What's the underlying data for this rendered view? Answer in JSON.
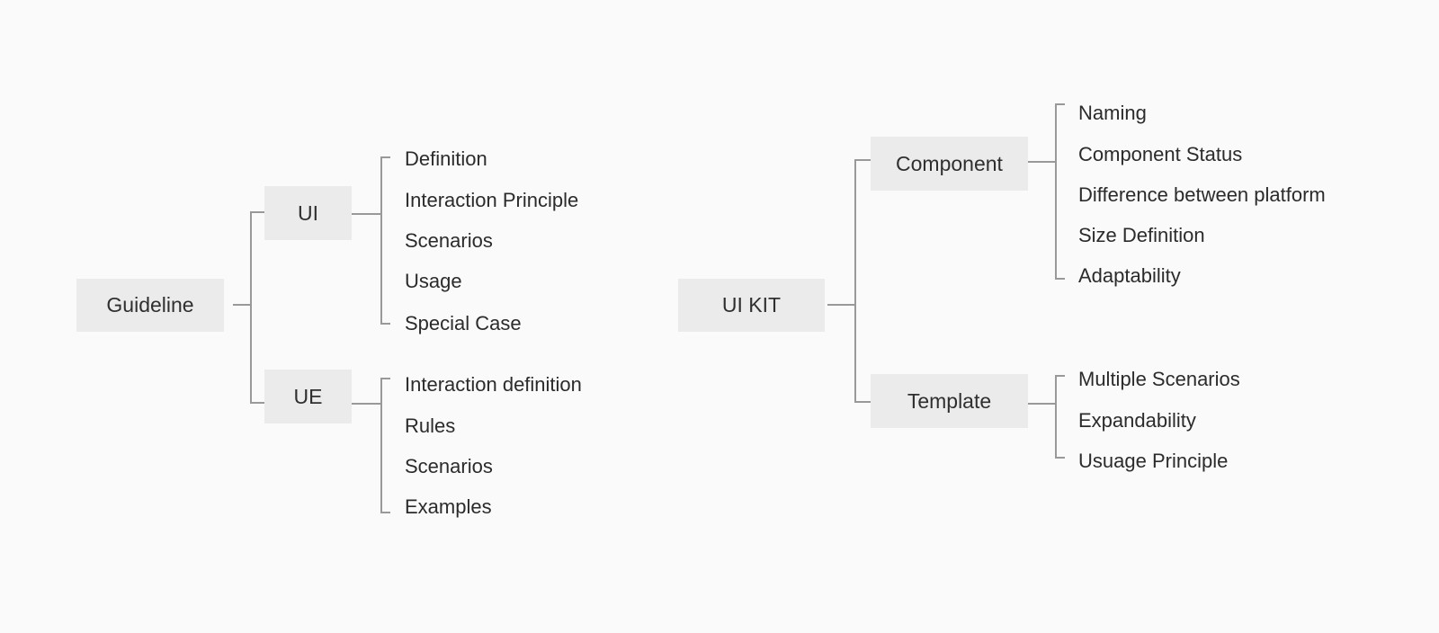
{
  "colors": {
    "background": "#fafafa",
    "node_fill": "#ebebeb",
    "connector": "#999999",
    "text": "#2b2b2b"
  },
  "trees": [
    {
      "root": "Guideline",
      "branches": [
        {
          "label": "UI",
          "children": [
            "Definition",
            "Interaction Principle",
            "Scenarios",
            "Usage",
            "Special Case"
          ]
        },
        {
          "label": "UE",
          "children": [
            "Interaction definition",
            "Rules",
            "Scenarios",
            "Examples"
          ]
        }
      ]
    },
    {
      "root": "UI KIT",
      "branches": [
        {
          "label": "Component",
          "children": [
            "Naming",
            "Component Status",
            "Difference between platform",
            "Size Definition",
            "Adaptability"
          ]
        },
        {
          "label": "Template",
          "children": [
            "Multiple Scenarios",
            "Expandability",
            "Usuage Principle"
          ]
        }
      ]
    }
  ]
}
